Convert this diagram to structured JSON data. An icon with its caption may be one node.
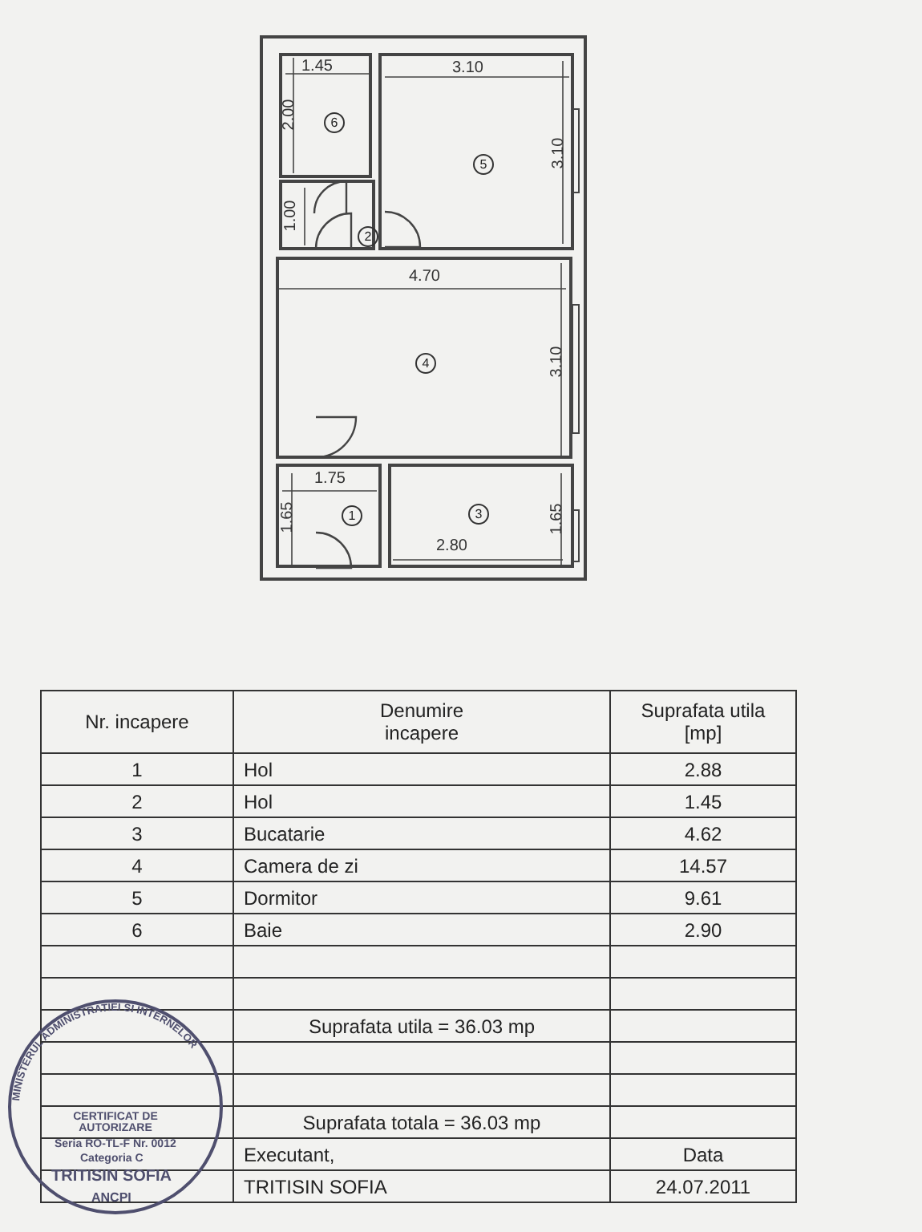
{
  "diagram": {
    "nodes": [
      {
        "text": [
          "6"
        ]
      },
      {
        "text": [
          "5"
        ]
      },
      {
        "text": [
          "2"
        ]
      },
      {
        "text": [
          "4"
        ]
      },
      {
        "text": [
          "1"
        ]
      },
      {
        "text": [
          "3"
        ]
      }
    ],
    "labels": [
      "1.45",
      "3.10",
      "2.00",
      "3.10",
      "1.00",
      "4.70",
      "3.10",
      "1.75",
      "1.65",
      "1.65",
      "2.80",
      "Nr. incapere",
      "Denumire incapere",
      "Suprafata utila [mp]",
      "1",
      "Hol",
      "2.88",
      "2",
      "Hol",
      "1.45",
      "3",
      "Bucatarie",
      "4.62",
      "4",
      "Camera de zi",
      "14.57",
      "5",
      "Dormitor",
      "9.61",
      "6",
      "Baie",
      "2.90",
      "Suprafata utila = 36.03 mp",
      "Suprafata totala = 36.03 mp",
      "Executant,",
      "Data",
      "TRITISIN SOFIA",
      "24.07.2011",
      "MINISTERUL ADMINISTRATIEI SI INTERNELOR",
      "CERTIFICAT DE AUTORIZARE",
      "Seria RO-TL-F Nr. 0012",
      "Categoria C",
      "TRITISIN SOFIA",
      "ANCPI"
    ]
  }
}
